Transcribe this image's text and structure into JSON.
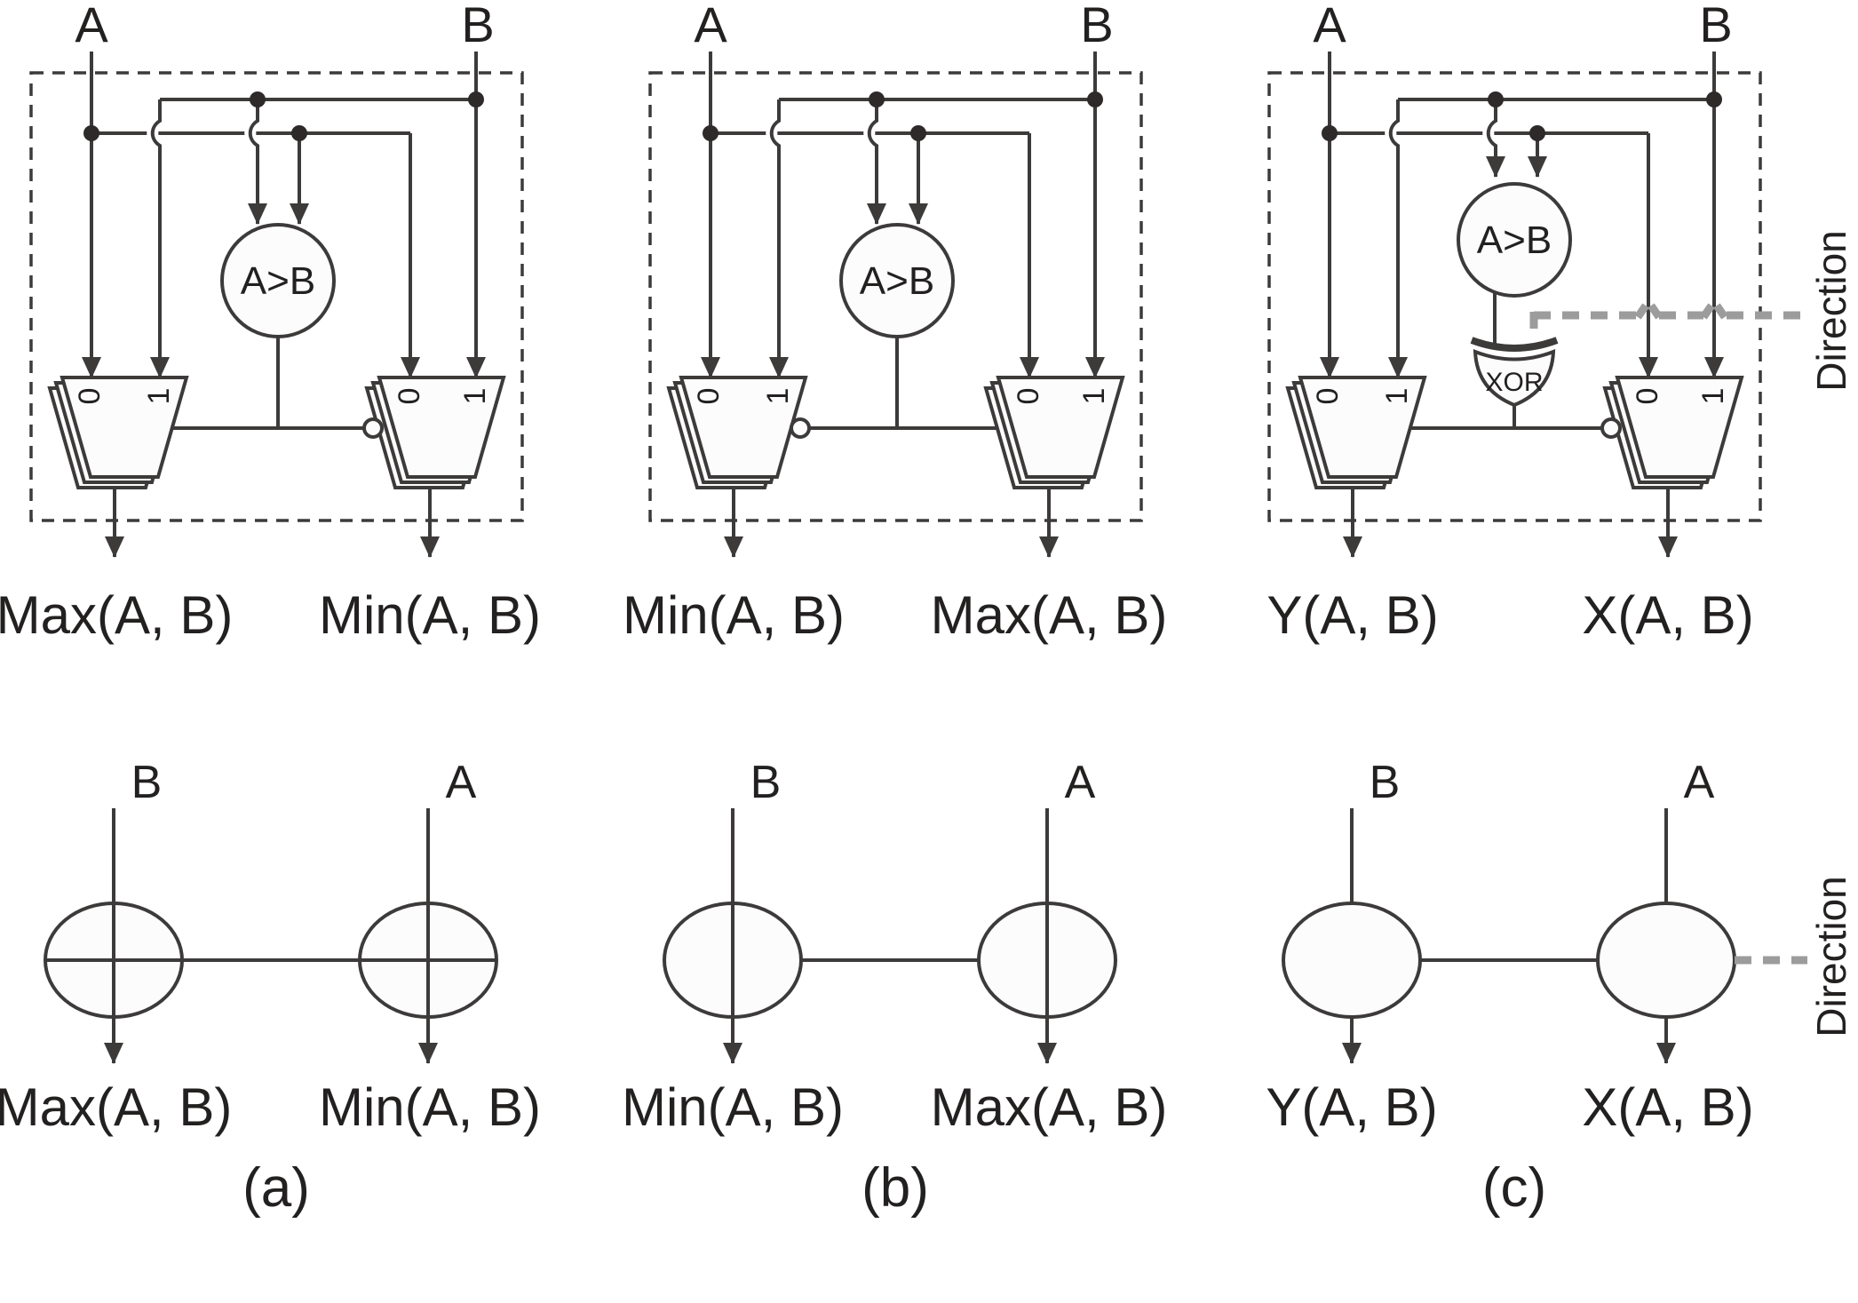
{
  "figure": {
    "comparator_label": "A>B",
    "xor_label": "XOR",
    "direction_label": "Direction",
    "mux": {
      "zero": "0",
      "one": "1"
    },
    "colors": {
      "line": "#3d3a3a",
      "text": "#232020",
      "gray": "#9c9c9c",
      "fill": "#fcfcfc"
    },
    "panels": [
      {
        "letter": "(a)",
        "top": {
          "input_left": "A",
          "input_right": "B",
          "output_left": "Max(A, B)",
          "output_right": "Min(A, B)"
        },
        "bottom": {
          "input_left": "B",
          "input_right": "A",
          "output_left": "Max(A, B)",
          "output_right": "Min(A, B)"
        }
      },
      {
        "letter": "(b)",
        "top": {
          "input_left": "A",
          "input_right": "B",
          "output_left": "Min(A, B)",
          "output_right": "Max(A, B)"
        },
        "bottom": {
          "input_left": "B",
          "input_right": "A",
          "output_left": "Min(A, B)",
          "output_right": "Max(A, B)"
        }
      },
      {
        "letter": "(c)",
        "top": {
          "input_left": "A",
          "input_right": "B",
          "output_left": "Y(A, B)",
          "output_right": "X(A, B)"
        },
        "bottom": {
          "input_left": "B",
          "input_right": "A",
          "output_left": "Y(A, B)",
          "output_right": "X(A, B)"
        }
      }
    ]
  }
}
